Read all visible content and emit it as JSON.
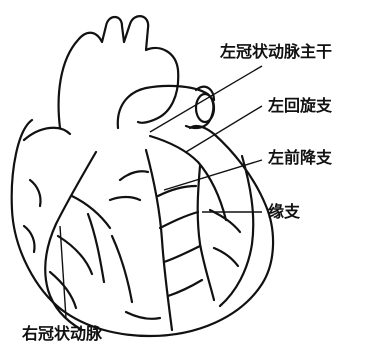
{
  "labels": {
    "left_main": "左冠状动脉主干",
    "circumflex": "左回旋支",
    "anterior_descending": "左前降支",
    "marginal": "缘支",
    "right_coronary": "右冠状动脉"
  },
  "colors": {
    "ink": "#111111",
    "background": "#ffffff"
  }
}
